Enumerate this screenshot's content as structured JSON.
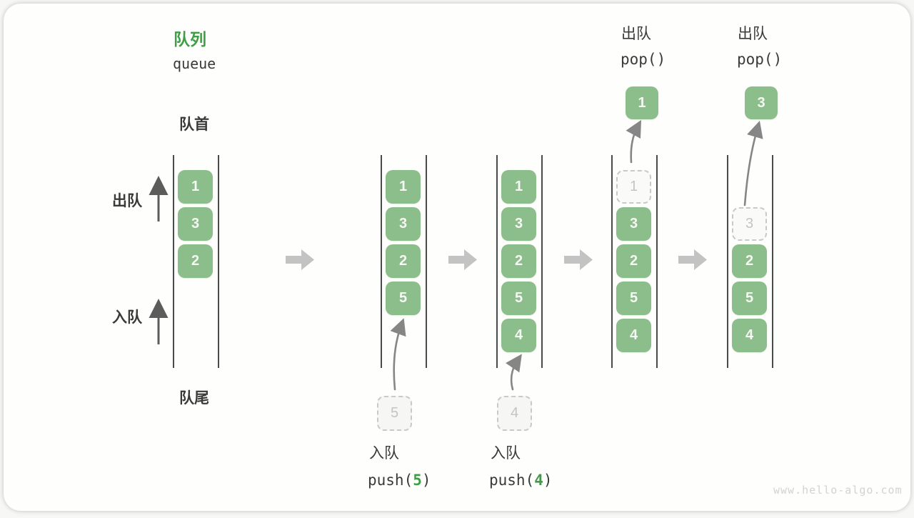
{
  "title": {
    "zh": "队列",
    "en": "queue"
  },
  "labels": {
    "front": "队首",
    "rear": "队尾",
    "dequeue_side": "出队",
    "enqueue_side": "入队"
  },
  "colors": {
    "accent_green": "#3f9e45",
    "cell_green": "#8cbe8b",
    "cell_text": "#f6f8f4",
    "line_gray": "#4a4a4a",
    "flow_arrow_gray": "#c3c3c3",
    "trajectory_arrow_gray": "#868686",
    "dashed_gray": "#c9c9c9",
    "label_dark": "#3a3a3a",
    "watermark_gray": "#d3d3d3"
  },
  "queues": [
    {
      "name": "state-initial",
      "cells": [
        {
          "v": "1",
          "row": 0,
          "dashed": false
        },
        {
          "v": "3",
          "row": 1,
          "dashed": false
        },
        {
          "v": "2",
          "row": 2,
          "dashed": false
        }
      ]
    },
    {
      "name": "state-after-push5",
      "cells": [
        {
          "v": "1",
          "row": 0,
          "dashed": false
        },
        {
          "v": "3",
          "row": 1,
          "dashed": false
        },
        {
          "v": "2",
          "row": 2,
          "dashed": false
        },
        {
          "v": "5",
          "row": 3,
          "dashed": false
        }
      ]
    },
    {
      "name": "state-after-push4",
      "cells": [
        {
          "v": "1",
          "row": 0,
          "dashed": false
        },
        {
          "v": "3",
          "row": 1,
          "dashed": false
        },
        {
          "v": "2",
          "row": 2,
          "dashed": false
        },
        {
          "v": "5",
          "row": 3,
          "dashed": false
        },
        {
          "v": "4",
          "row": 4,
          "dashed": false
        }
      ]
    },
    {
      "name": "state-pop1",
      "cells": [
        {
          "v": "1",
          "row": 0,
          "dashed": true
        },
        {
          "v": "3",
          "row": 1,
          "dashed": false
        },
        {
          "v": "2",
          "row": 2,
          "dashed": false
        },
        {
          "v": "5",
          "row": 3,
          "dashed": false
        },
        {
          "v": "4",
          "row": 4,
          "dashed": false
        }
      ]
    },
    {
      "name": "state-pop3",
      "cells": [
        {
          "v": "3",
          "row": 1,
          "dashed": true
        },
        {
          "v": "2",
          "row": 2,
          "dashed": false
        },
        {
          "v": "5",
          "row": 3,
          "dashed": false
        },
        {
          "v": "4",
          "row": 4,
          "dashed": false
        }
      ]
    }
  ],
  "operations": {
    "push5": {
      "label_zh": "入队",
      "code_before": "push(",
      "code_arg": "5",
      "code_after": ")",
      "staged_value": "5"
    },
    "push4": {
      "label_zh": "入队",
      "code_before": "push(",
      "code_arg": "4",
      "code_after": ")",
      "staged_value": "4"
    },
    "pop1": {
      "label_zh": "出队",
      "code": "pop()",
      "popped_value": "1"
    },
    "pop3": {
      "label_zh": "出队",
      "code": "pop()",
      "popped_value": "3"
    }
  },
  "watermark": "www.hello-algo.com"
}
